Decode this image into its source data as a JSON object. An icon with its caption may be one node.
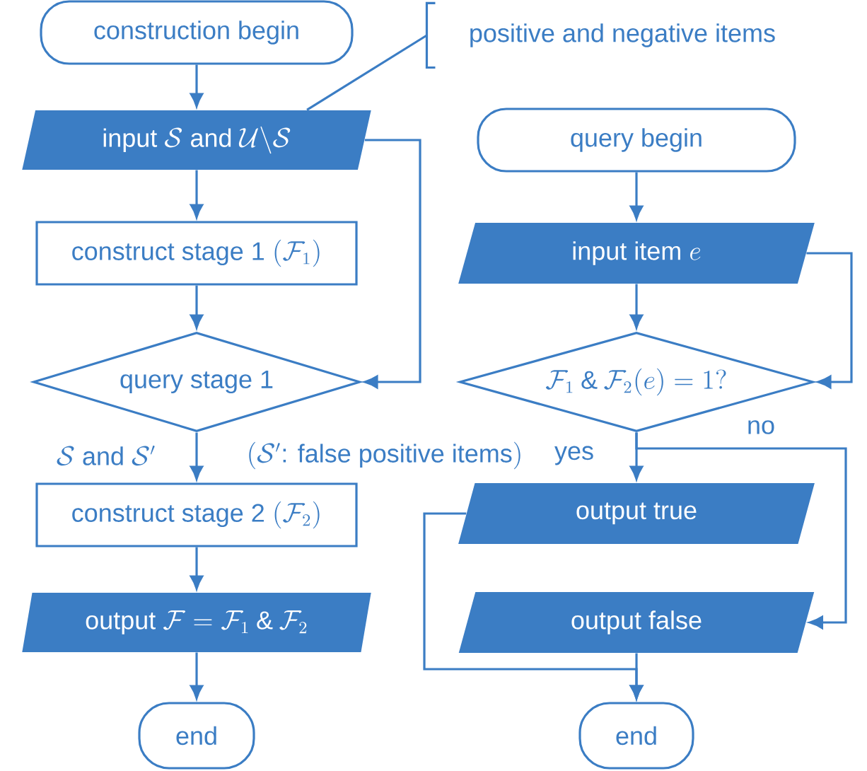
{
  "diagram": {
    "nodes": [
      {
        "text": [
          "construction begin"
        ]
      },
      {
        "text": [
          "\\text{input } \\mathcal{S} \\text{ and } \\mathcal{U}\\backslash\\mathcal{S}"
        ]
      },
      {
        "text": [
          "\\text{construct stage 1 } (\\mathcal{F}_1)"
        ]
      },
      {
        "text": [
          "query stage 1"
        ]
      },
      {
        "text": [
          "\\text{construct stage 2 } (\\mathcal{F}_2)"
        ]
      },
      {
        "text": [
          "\\text{output } \\mathcal{F} = \\mathcal{F}_1 \\mathbin{\\&} \\mathcal{F}_2"
        ]
      },
      {
        "text": [
          "end"
        ]
      },
      {
        "text": [
          "positive and negative items"
        ]
      },
      {
        "text": [
          "query begin"
        ]
      },
      {
        "text": [
          "\\text{input item } e"
        ]
      },
      {
        "text": [
          "\\mathcal{F}_1 \\mathbin{\\&} \\mathcal{F}_2(e) = 1?"
        ]
      },
      {
        "text": [
          "output true"
        ]
      },
      {
        "text": [
          "output false"
        ]
      },
      {
        "text": [
          "end"
        ]
      }
    ],
    "edges": [
      {
        "from": 0,
        "to": 1,
        "arrow": "to"
      },
      {
        "from": 1,
        "to": 2,
        "arrow": "to"
      },
      {
        "from": 2,
        "to": 3,
        "arrow": "to"
      },
      {
        "from": 1,
        "to": 3,
        "arrow": "to"
      },
      {
        "from": 3,
        "to": 4,
        "arrow": "to",
        "label": "\\mathcal{S} \\text{ and } \\mathcal{S}'"
      },
      {
        "from": 4,
        "to": 5,
        "arrow": "to"
      },
      {
        "from": 5,
        "to": 6,
        "arrow": "to"
      },
      {
        "from": 7,
        "to": 1,
        "arrow": "none"
      },
      {
        "from": 8,
        "to": 9,
        "arrow": "to"
      },
      {
        "from": 9,
        "to": 10,
        "arrow": "to"
      },
      {
        "from": 9,
        "to": 10,
        "arrow": "to"
      },
      {
        "from": 10,
        "to": 11,
        "arrow": "to",
        "label": "yes"
      },
      {
        "from": 10,
        "to": 12,
        "arrow": "to",
        "label": "no"
      },
      {
        "from": 11,
        "to": 13,
        "arrow": "to"
      },
      {
        "from": 12,
        "to": 13,
        "arrow": "to"
      }
    ],
    "labels": [
      "(\\mathcal{S}'\\text{: false positive items})"
    ]
  }
}
